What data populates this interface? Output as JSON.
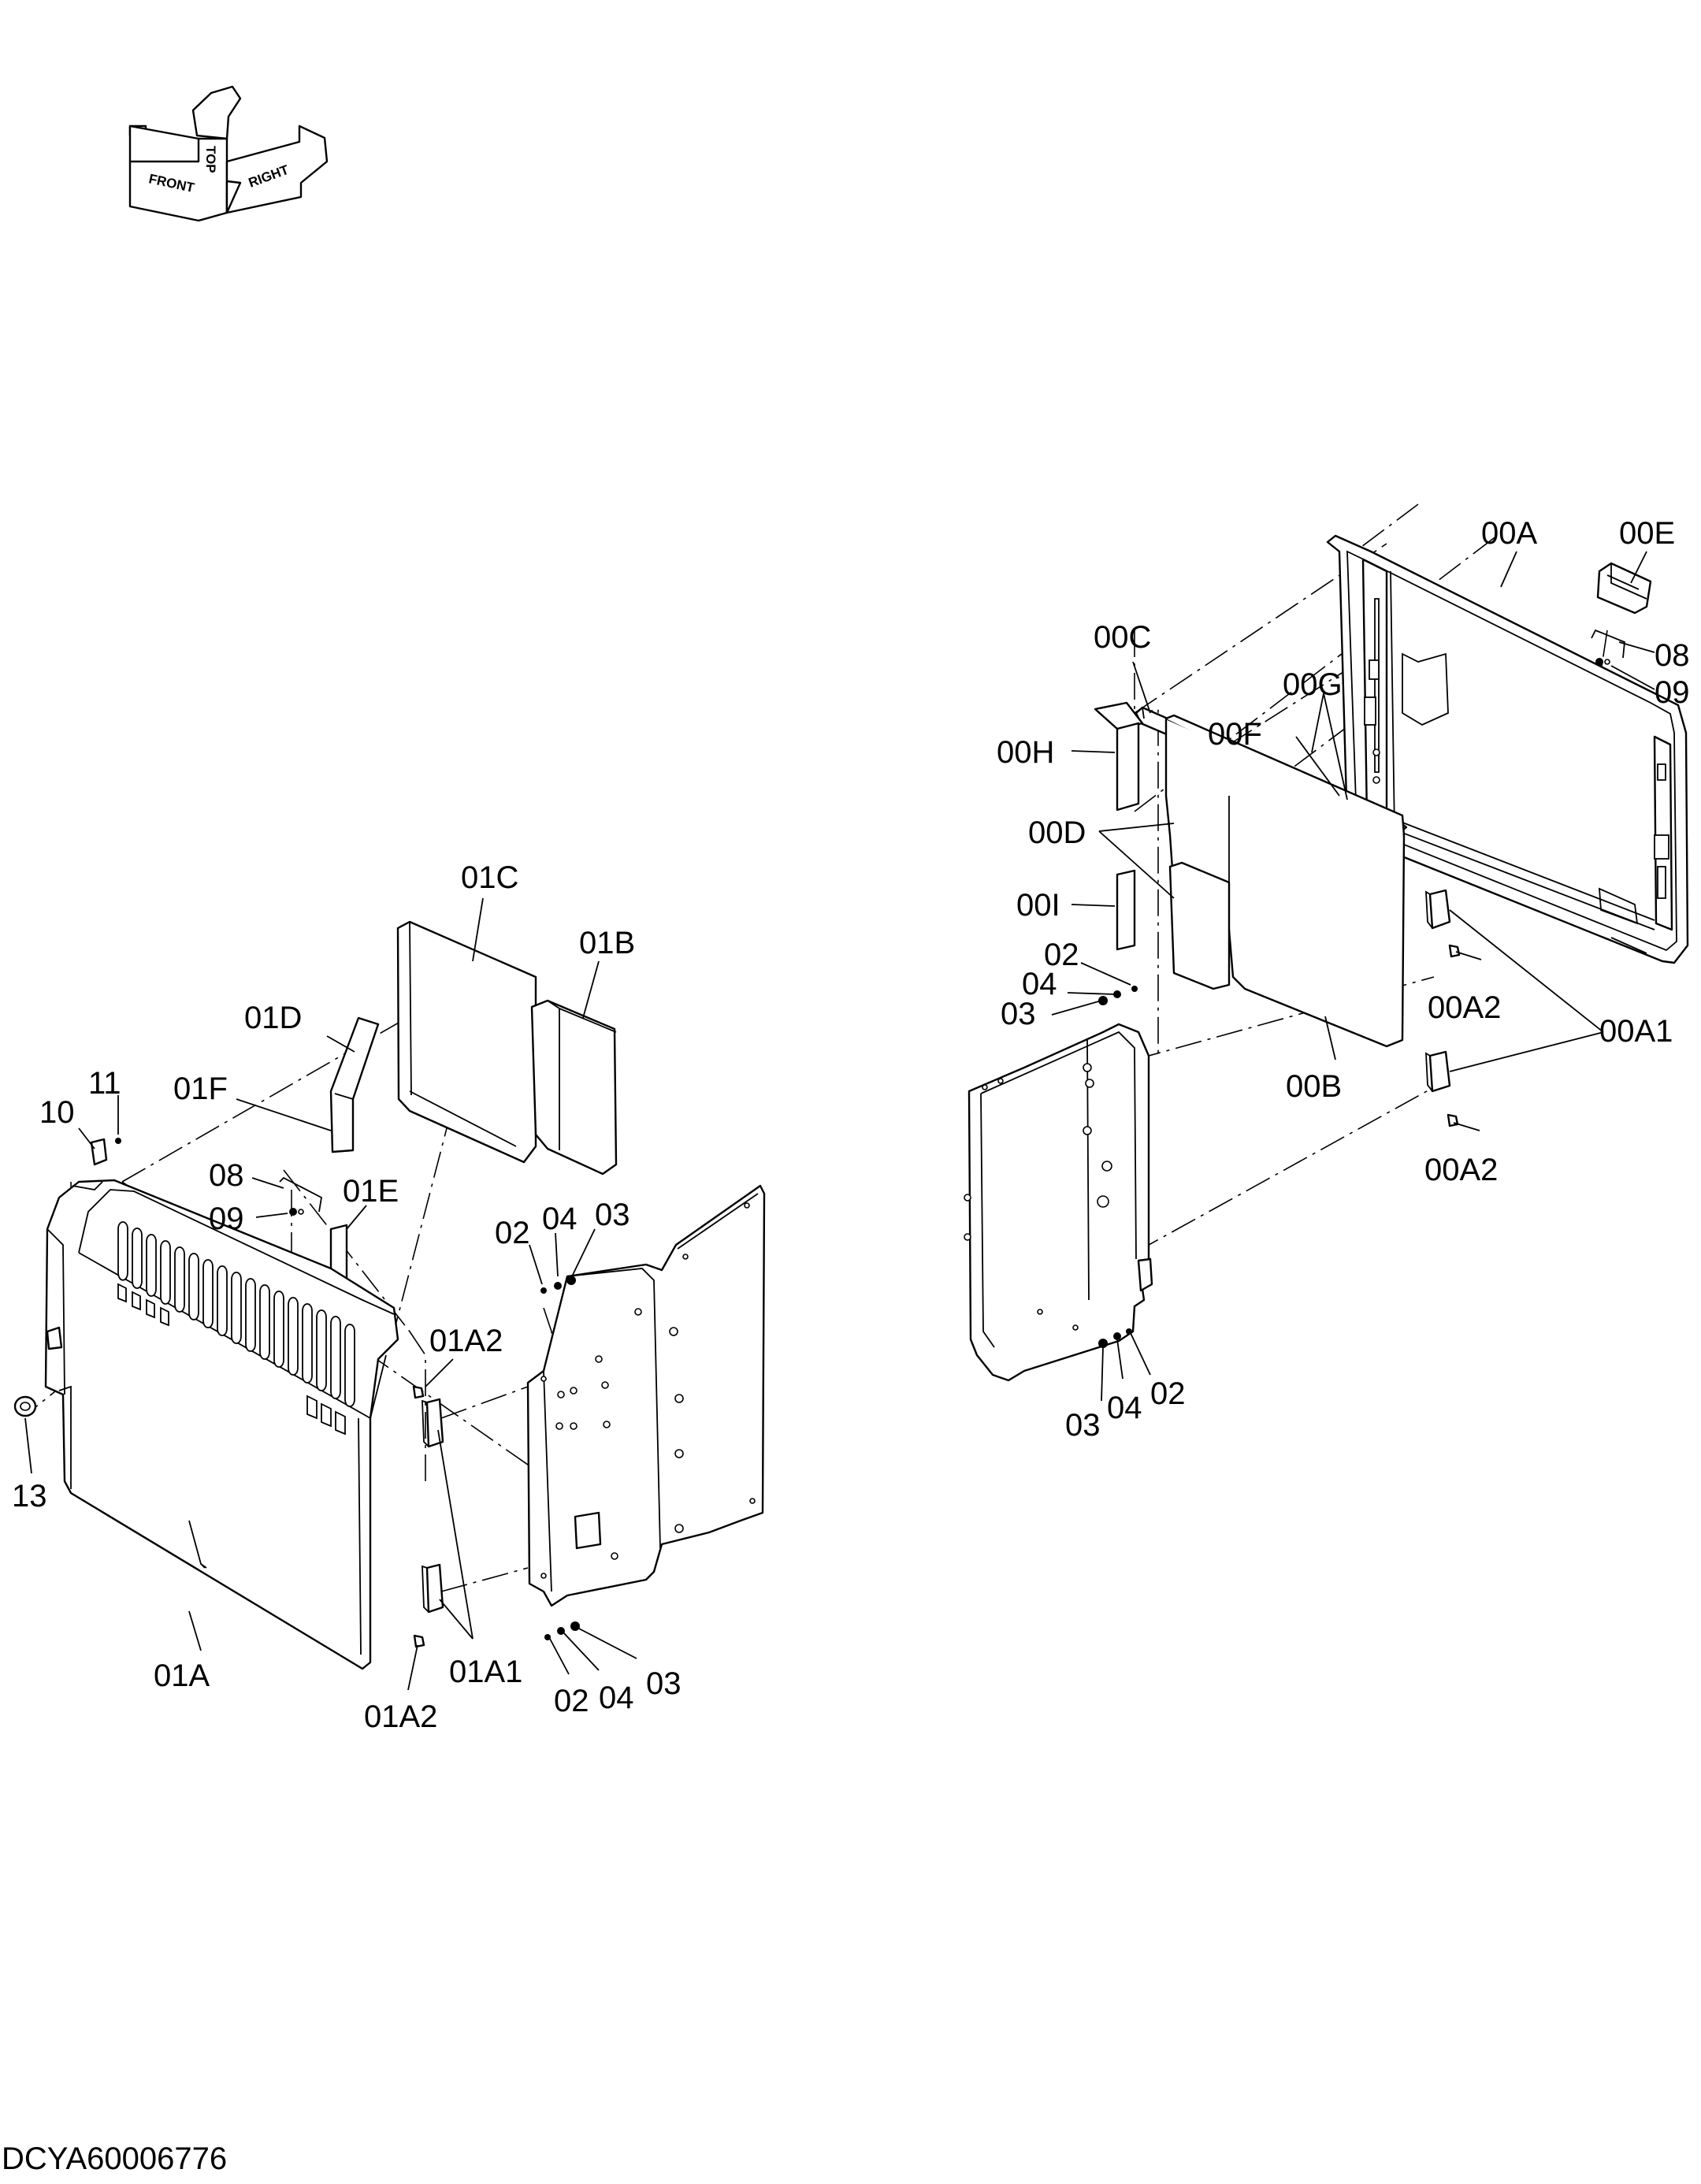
{
  "orientation": {
    "top": "TOP",
    "front": "FRONT",
    "right": "RIGHT"
  },
  "callouts": {
    "c00A": "00A",
    "c00E": "00E",
    "c00C": "00C",
    "c00G": "00G",
    "c08r": "08",
    "c09r": "09",
    "c00F": "00F",
    "c00H": "00H",
    "c00D": "00D",
    "c00I": "00I",
    "c02ra": "02",
    "c04ra": "04",
    "c03ra": "03",
    "c00A2a": "00A2",
    "c00A1": "00A1",
    "c00B": "00B",
    "c00A2b": "00A2",
    "c03rb": "03",
    "c04rb": "04",
    "c02rb": "02",
    "c01C": "01C",
    "c01B": "01B",
    "c01D": "01D",
    "c11": "11",
    "c10": "10",
    "c01F": "01F",
    "c08l": "08",
    "c09l": "09",
    "c01E": "01E",
    "c02la": "02",
    "c04la": "04",
    "c03la": "03",
    "c01A2a": "01A2",
    "c13": "13",
    "c01A": "01A",
    "c01A1": "01A1",
    "c01A2b": "01A2",
    "c02lb": "02",
    "c04lb": "04",
    "c03lb": "03"
  },
  "drawing_code": "DCYA60006776"
}
